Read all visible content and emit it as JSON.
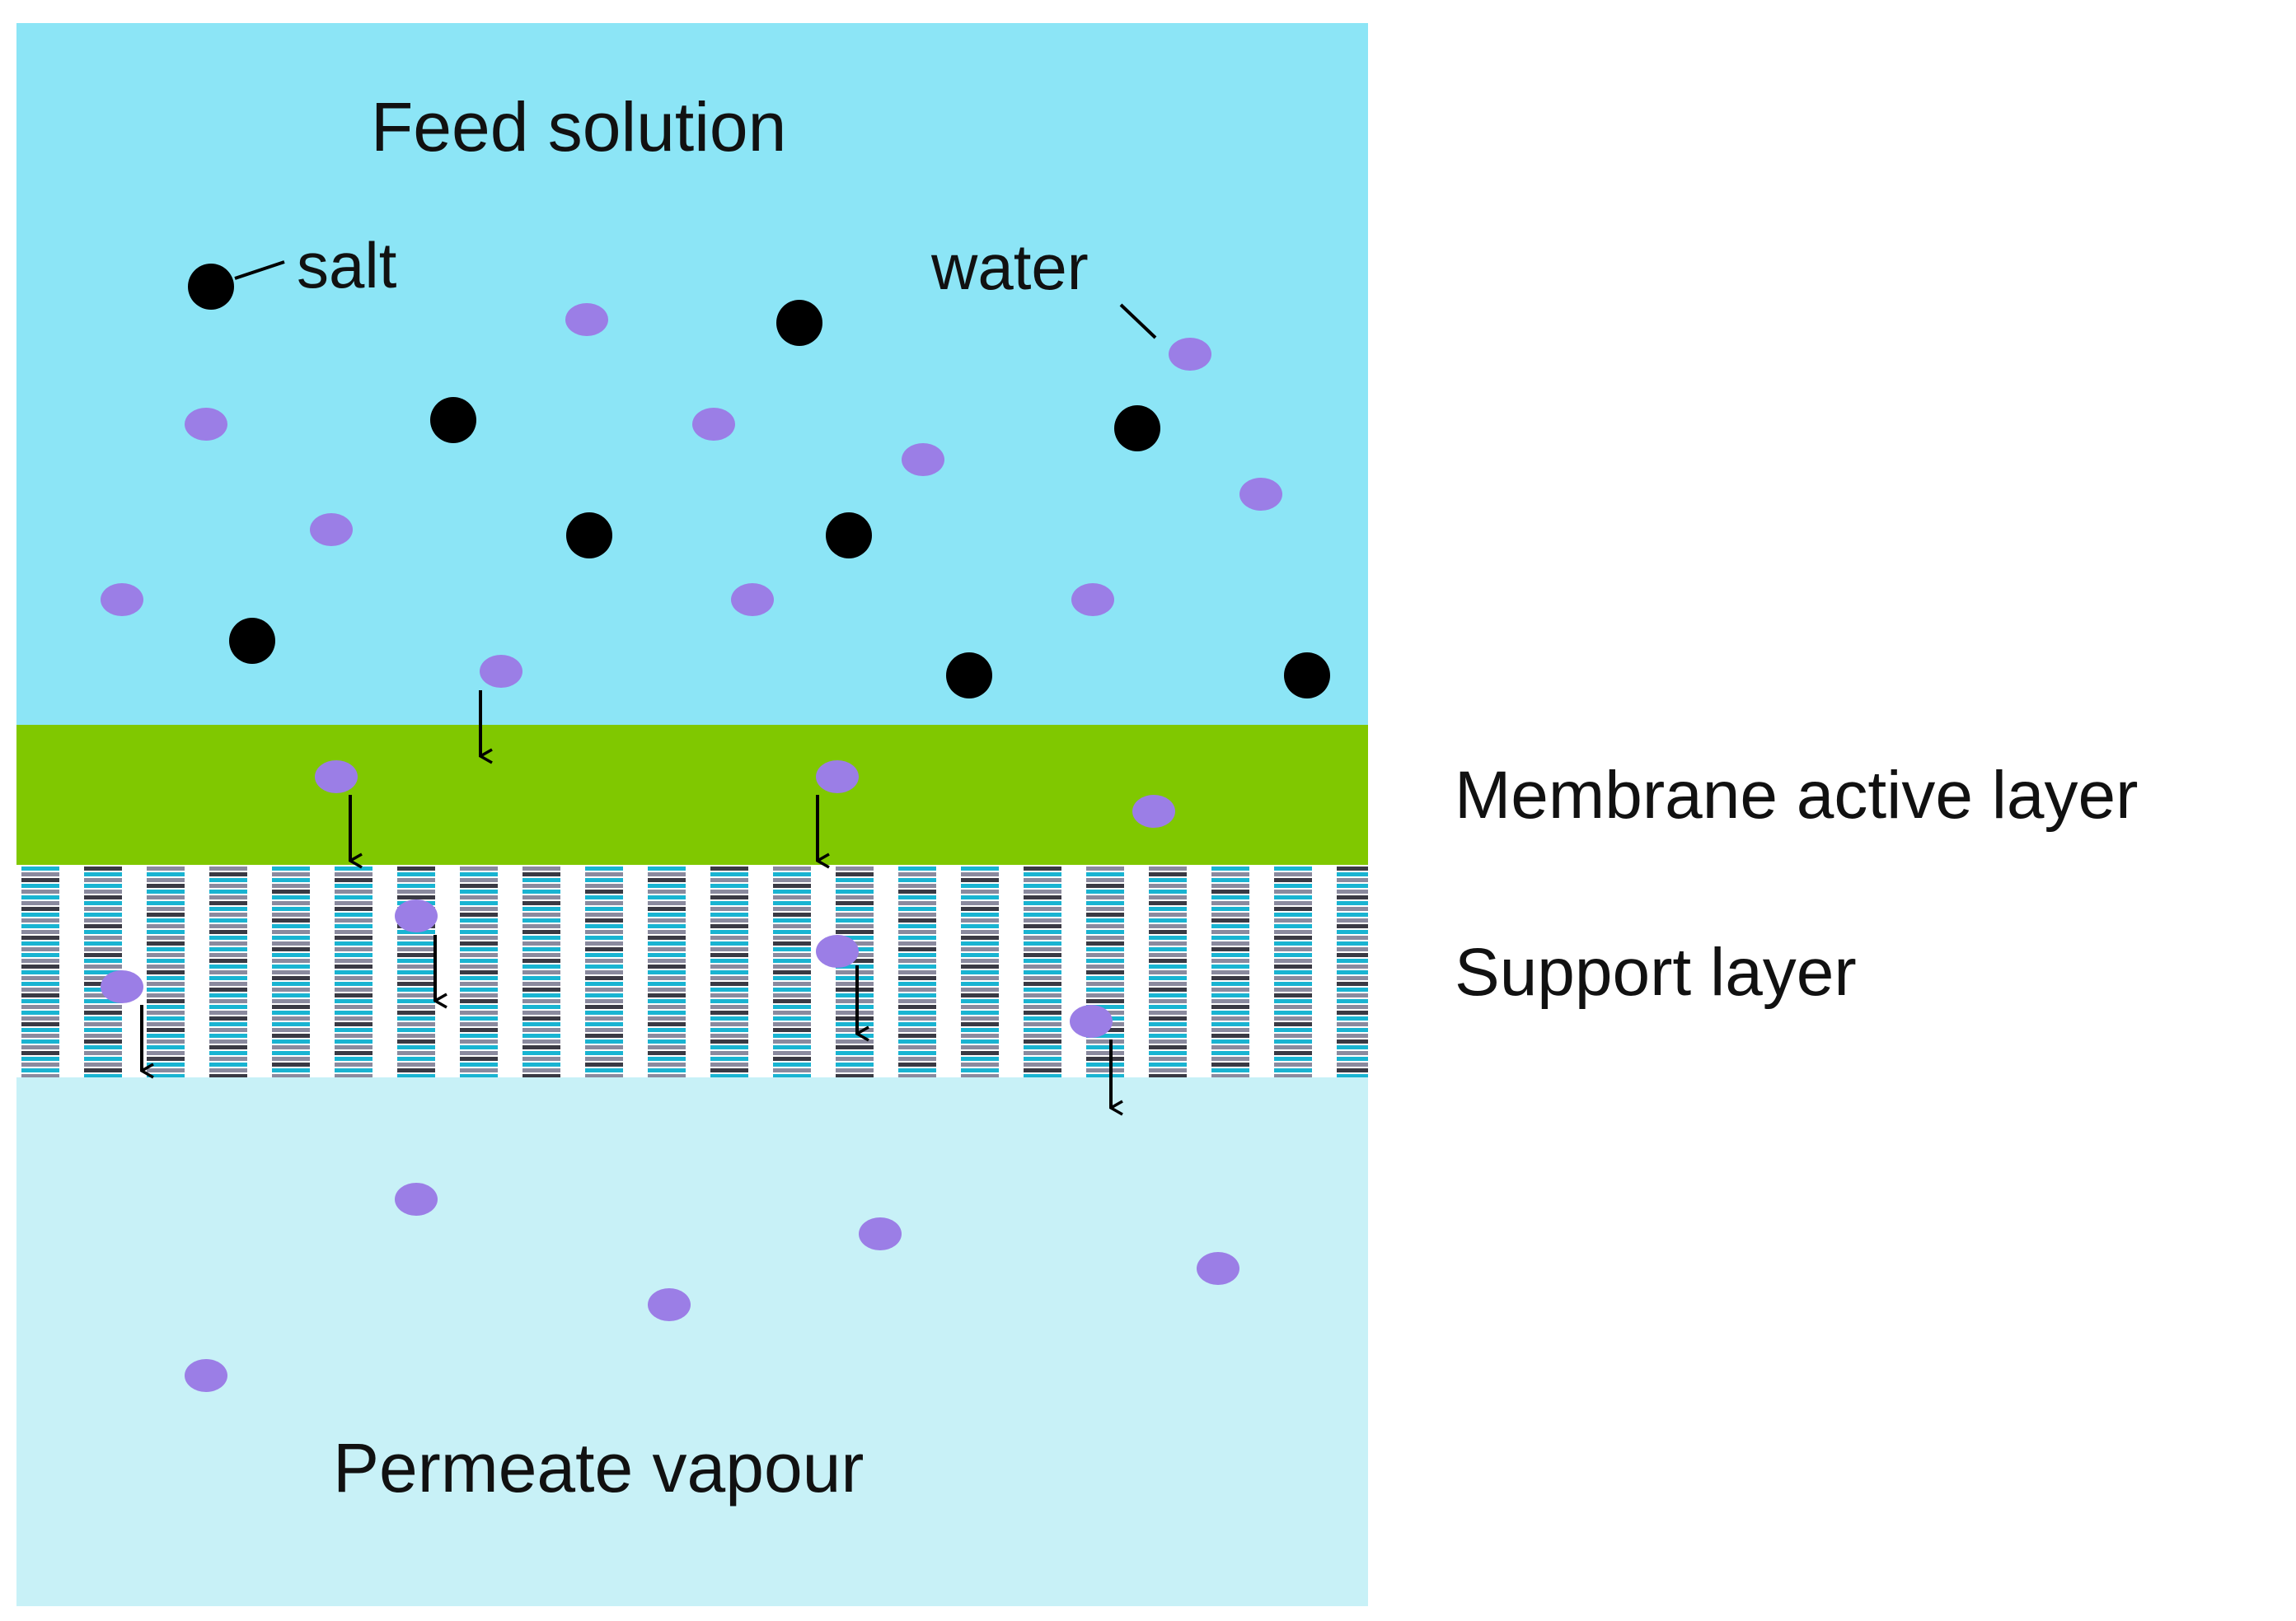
{
  "labels": {
    "feed": "Feed solution",
    "salt": "salt",
    "water": "water",
    "active_layer": "Membrane active layer",
    "support_layer": "Support layer",
    "permeate": "Permeate vapour"
  },
  "colors": {
    "feed": "#8ce5f6",
    "active_layer": "#80c800",
    "support_stripe_cyan": "#19b4d2",
    "support_stripe_gray": "#8a8a9e",
    "support_stripe_dark": "#3a3a44",
    "permeate": "#c8f1f7",
    "salt_particle": "#000000",
    "water_particle": "#9b7ee6",
    "arrow": "#000000"
  }
}
